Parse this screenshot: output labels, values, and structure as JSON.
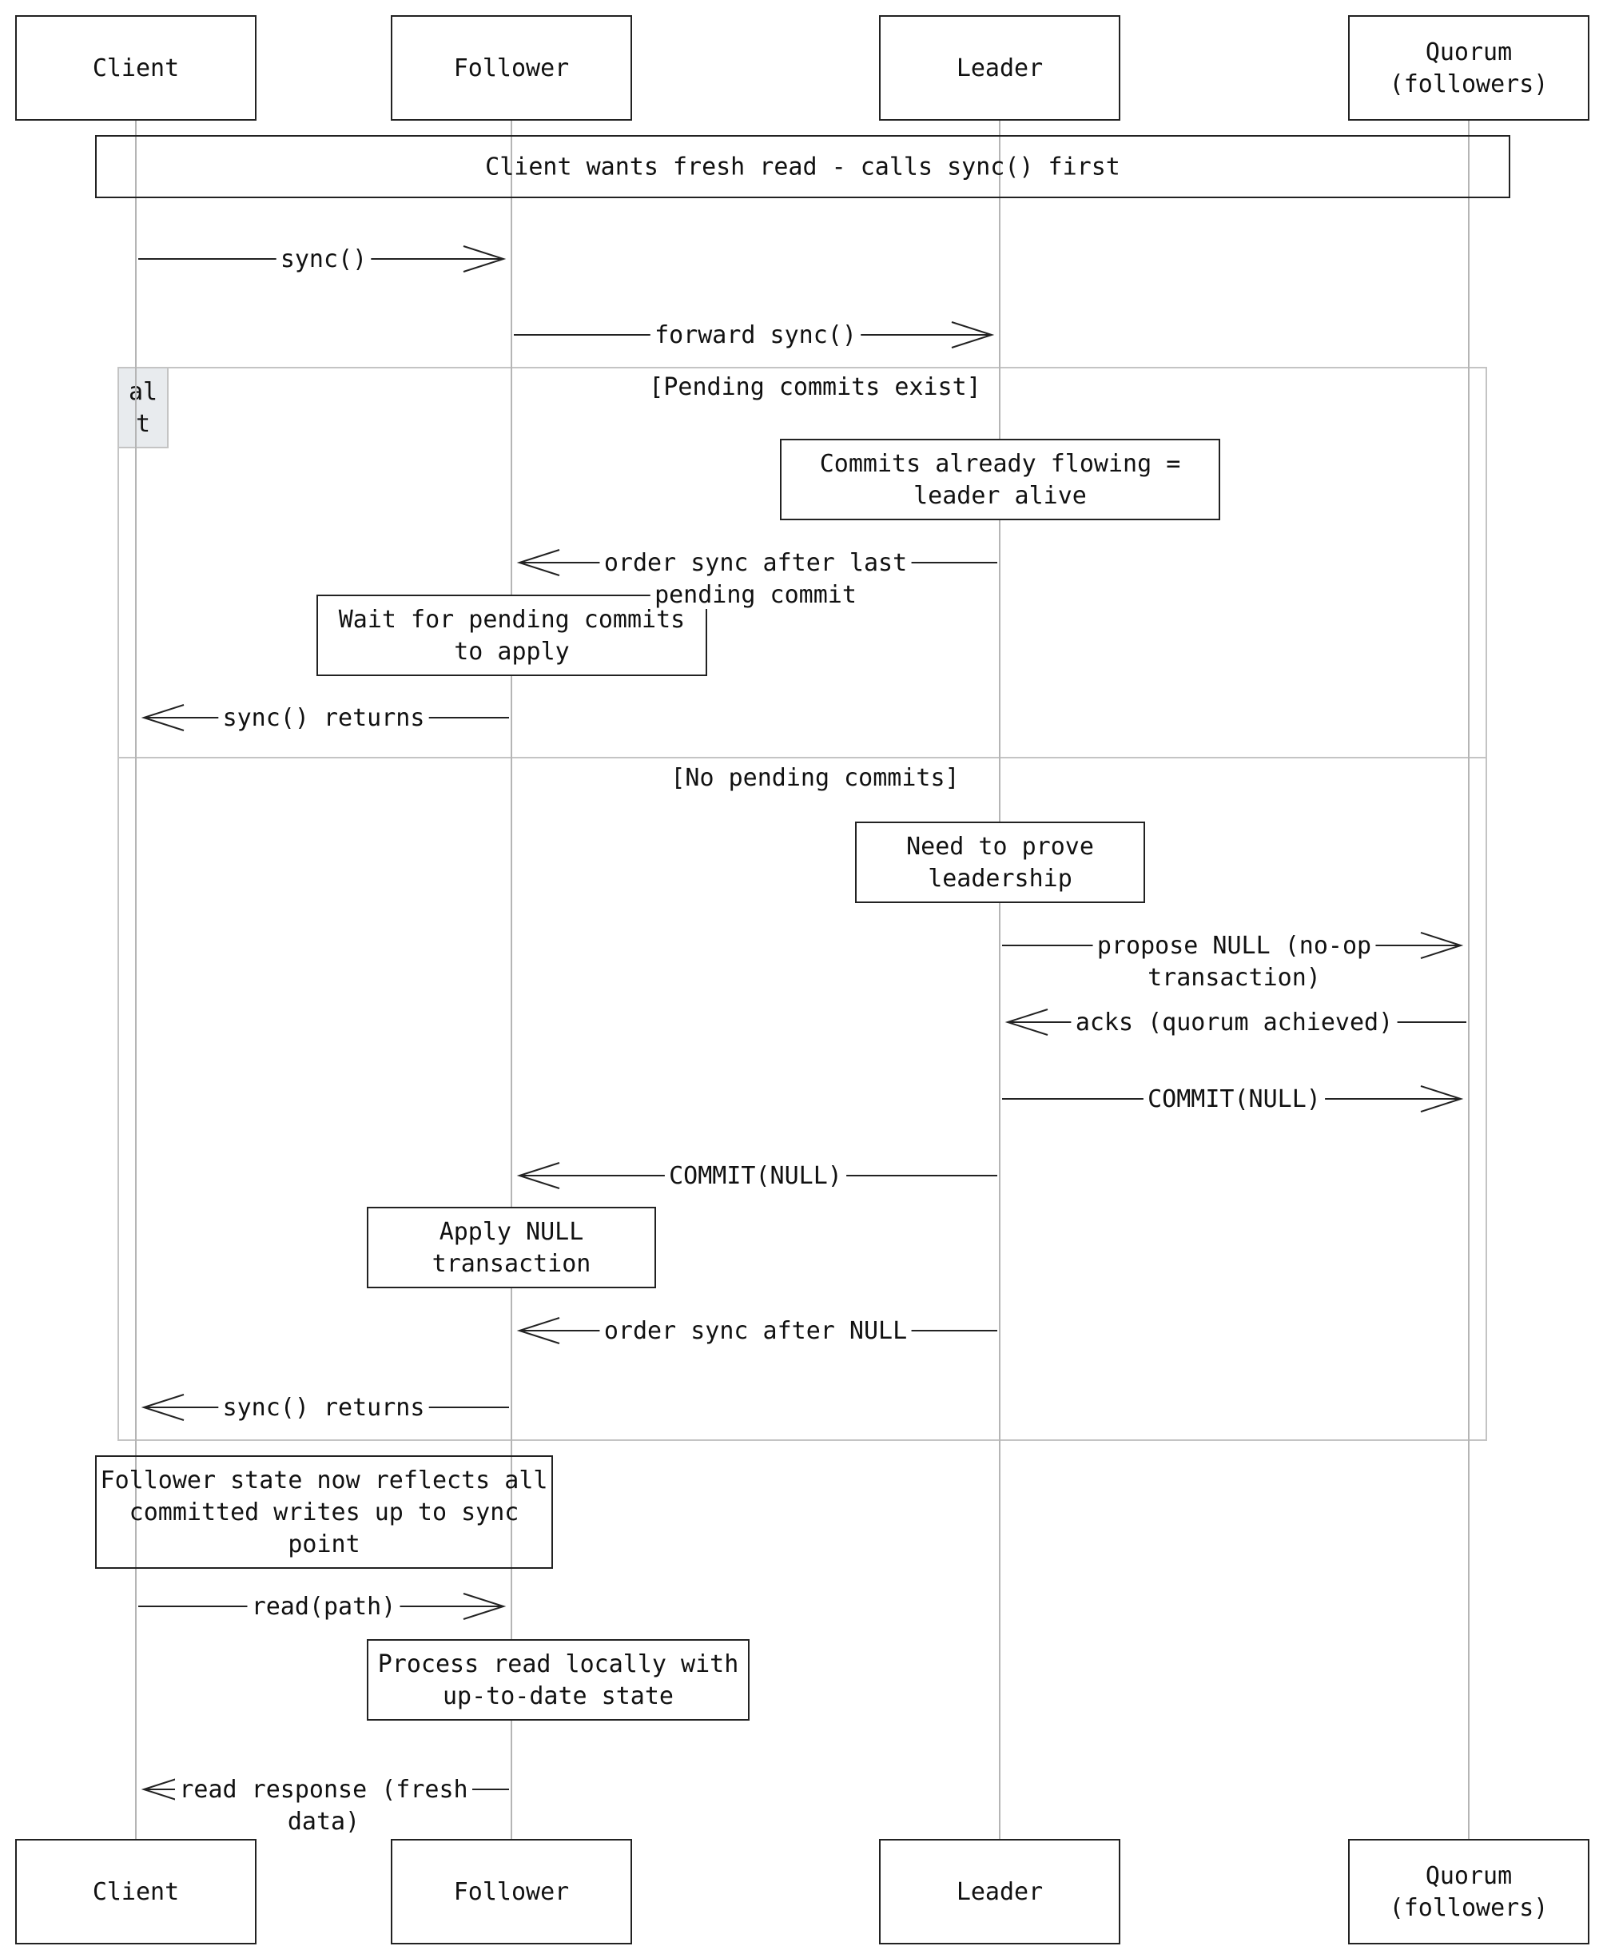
{
  "actors": [
    {
      "id": "client",
      "label": [
        "Client"
      ]
    },
    {
      "id": "follower",
      "label": [
        "Follower"
      ]
    },
    {
      "id": "leader",
      "label": [
        "Leader"
      ]
    },
    {
      "id": "quorum",
      "label": [
        "Quorum",
        "(followers)"
      ]
    }
  ],
  "header_note": [
    "Client wants fresh read - calls sync() first"
  ],
  "alt_frame": {
    "tag": [
      "al",
      "t"
    ],
    "sections": [
      {
        "guard": "[Pending commits exist]"
      },
      {
        "guard": "[No pending commits]"
      }
    ]
  },
  "messages": [
    {
      "id": "m1",
      "from": "client",
      "to": "follower",
      "label": [
        "sync()"
      ]
    },
    {
      "id": "m2",
      "from": "follower",
      "to": "leader",
      "label": [
        "forward sync()"
      ]
    },
    {
      "id": "m3",
      "from": "leader",
      "to": "follower",
      "label": [
        "order sync after last",
        "pending commit"
      ]
    },
    {
      "id": "m4",
      "from": "follower",
      "to": "client",
      "label": [
        "sync() returns"
      ]
    },
    {
      "id": "m5",
      "from": "leader",
      "to": "quorum",
      "label": [
        "propose NULL (no-op",
        "transaction)"
      ]
    },
    {
      "id": "m6",
      "from": "quorum",
      "to": "leader",
      "label": [
        "acks (quorum achieved)"
      ]
    },
    {
      "id": "m7",
      "from": "leader",
      "to": "quorum",
      "label": [
        "COMMIT(NULL)"
      ]
    },
    {
      "id": "m8",
      "from": "leader",
      "to": "follower",
      "label": [
        "COMMIT(NULL)"
      ]
    },
    {
      "id": "m9",
      "from": "leader",
      "to": "follower",
      "label": [
        "order sync after NULL"
      ]
    },
    {
      "id": "m10",
      "from": "follower",
      "to": "client",
      "label": [
        "sync() returns"
      ]
    },
    {
      "id": "m11",
      "from": "client",
      "to": "follower",
      "label": [
        "read(path)"
      ]
    },
    {
      "id": "m12",
      "from": "follower",
      "to": "client",
      "label": [
        "read response (fresh",
        "data)"
      ]
    }
  ],
  "notes": [
    {
      "id": "n1",
      "over": "leader",
      "text": [
        "Commits already flowing =",
        "leader alive"
      ]
    },
    {
      "id": "n2",
      "over": "follower",
      "text": [
        "Wait for pending commits",
        "to apply"
      ]
    },
    {
      "id": "n3",
      "over": "leader",
      "text": [
        "Need to prove",
        "leadership"
      ]
    },
    {
      "id": "n4",
      "over": "follower",
      "text": [
        "Apply NULL",
        "transaction"
      ]
    },
    {
      "id": "n5",
      "over": "client-follower",
      "text": [
        "Follower state now reflects all",
        "committed writes up to sync",
        "point"
      ]
    },
    {
      "id": "n6",
      "over": "follower",
      "text": [
        "Process read locally with",
        "up-to-date state"
      ]
    }
  ]
}
